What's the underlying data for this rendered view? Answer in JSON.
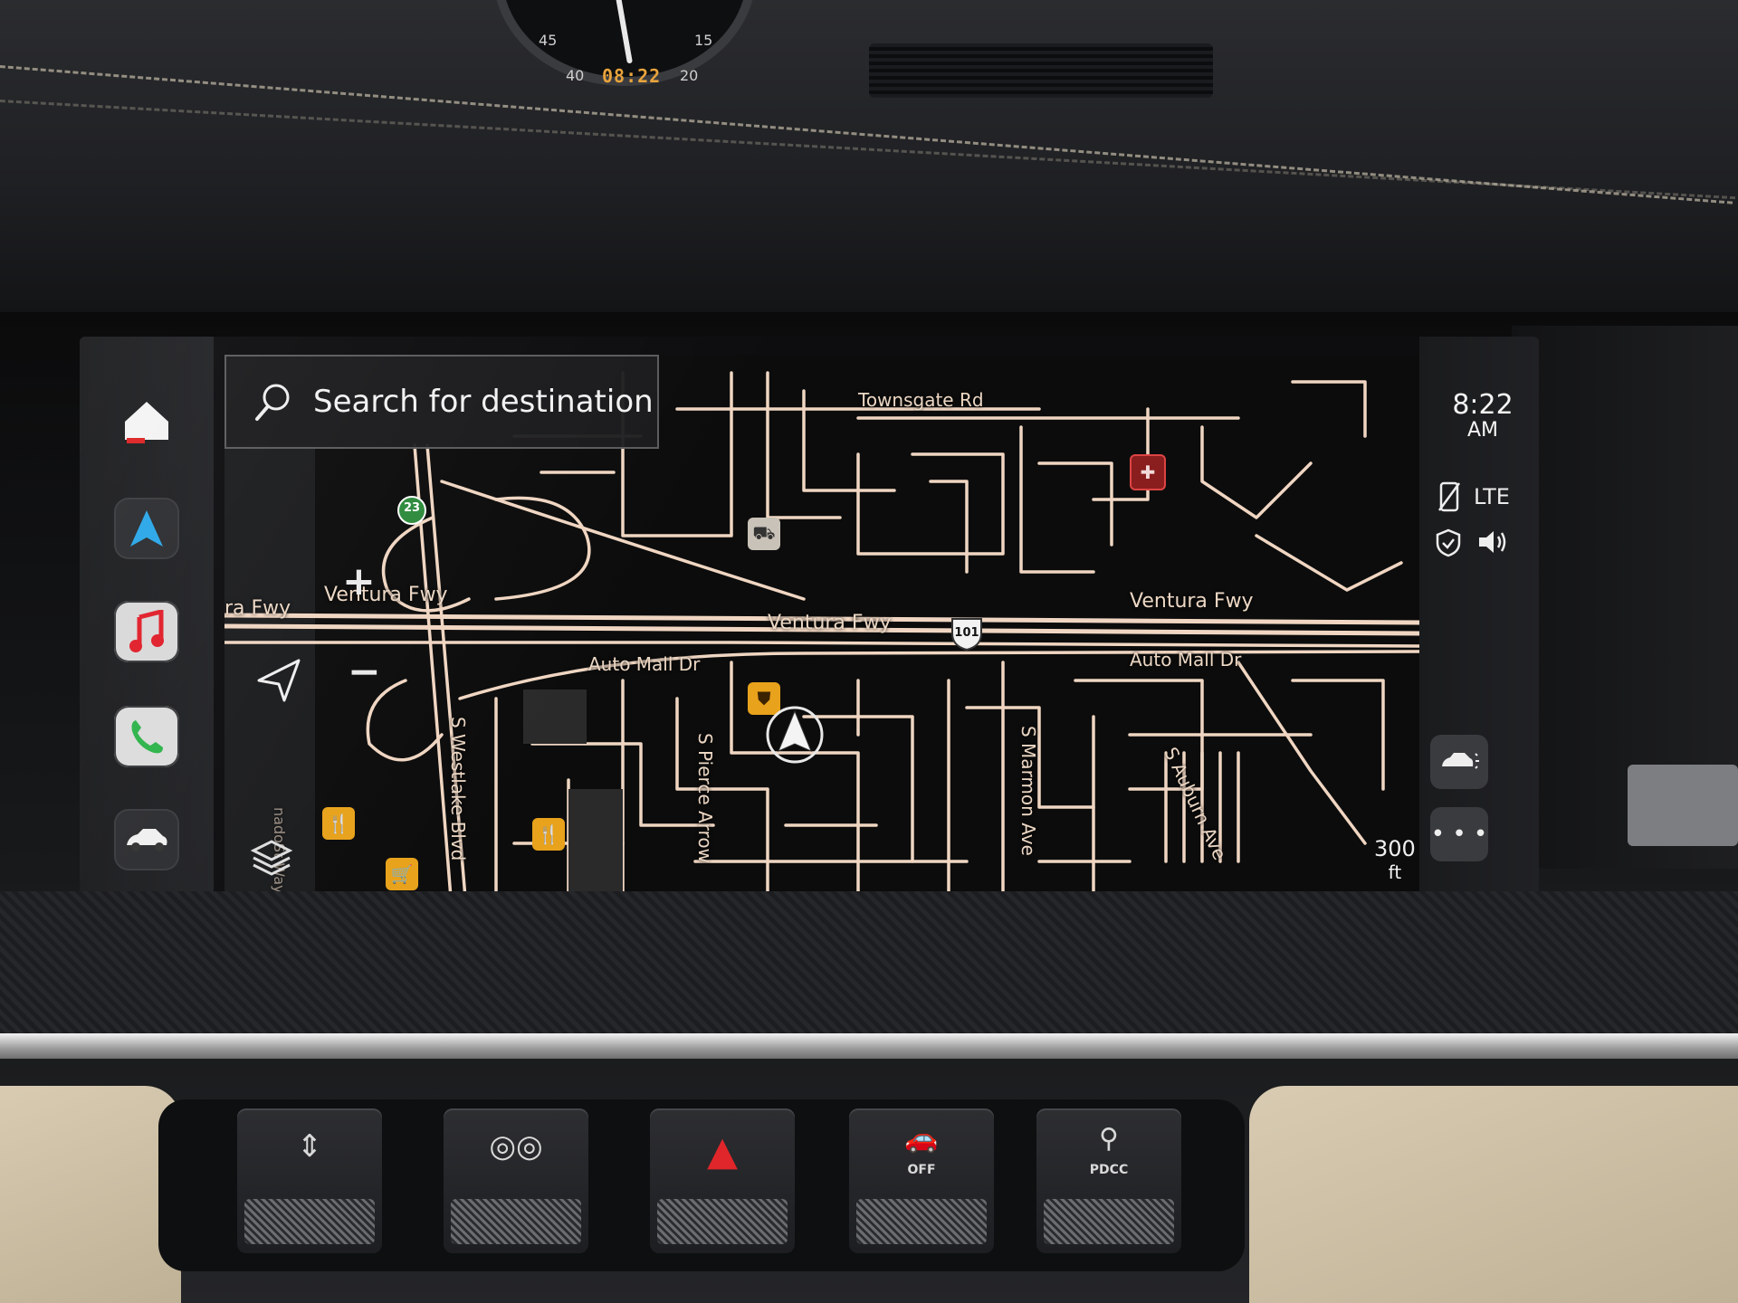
{
  "instrument_clock": {
    "numbers": [
      "45",
      "15",
      "40",
      "20"
    ],
    "time": "08:22"
  },
  "dock": {
    "apps": [
      {
        "name": "home",
        "icon": "home-icon"
      },
      {
        "name": "maps",
        "icon": "navigation-arrow-icon"
      },
      {
        "name": "music",
        "icon": "music-note-icon"
      },
      {
        "name": "phone",
        "icon": "phone-icon"
      },
      {
        "name": "car",
        "icon": "car-icon"
      }
    ]
  },
  "search": {
    "placeholder": "Search for destination"
  },
  "map": {
    "roads": {
      "townsgate": "Townsgate Rd",
      "ventura_left": "Ventura Fwy",
      "ventura_mid": "Ventura Fwy",
      "ventura_right": "Ventura Fwy",
      "ventura_edge": "ra Fwy",
      "auto_mall_left": "Auto Mall Dr",
      "auto_mall_right": "Auto Mall Dr",
      "westlake": "S Westlake Blvd",
      "pierce_arrow": "S Pierce Arrow",
      "marmon": "S Marmon Ave",
      "auburn": "S Auburn Ave",
      "side_road": "nadoSt Way"
    },
    "highway_shields": {
      "route_23": "23",
      "us_101": "101"
    },
    "zoom_in": "+",
    "zoom_out": "−",
    "scale_value": "300",
    "scale_unit": "ft"
  },
  "status": {
    "time": "8:22",
    "ampm": "AM",
    "network": "LTE"
  },
  "hardware_buttons": {
    "traction_off_label": "OFF",
    "pdcc_label": "PDCC"
  },
  "colors": {
    "road": "#f0d6c2",
    "poi": "#e8a21b",
    "background": "#0c0c0c"
  }
}
